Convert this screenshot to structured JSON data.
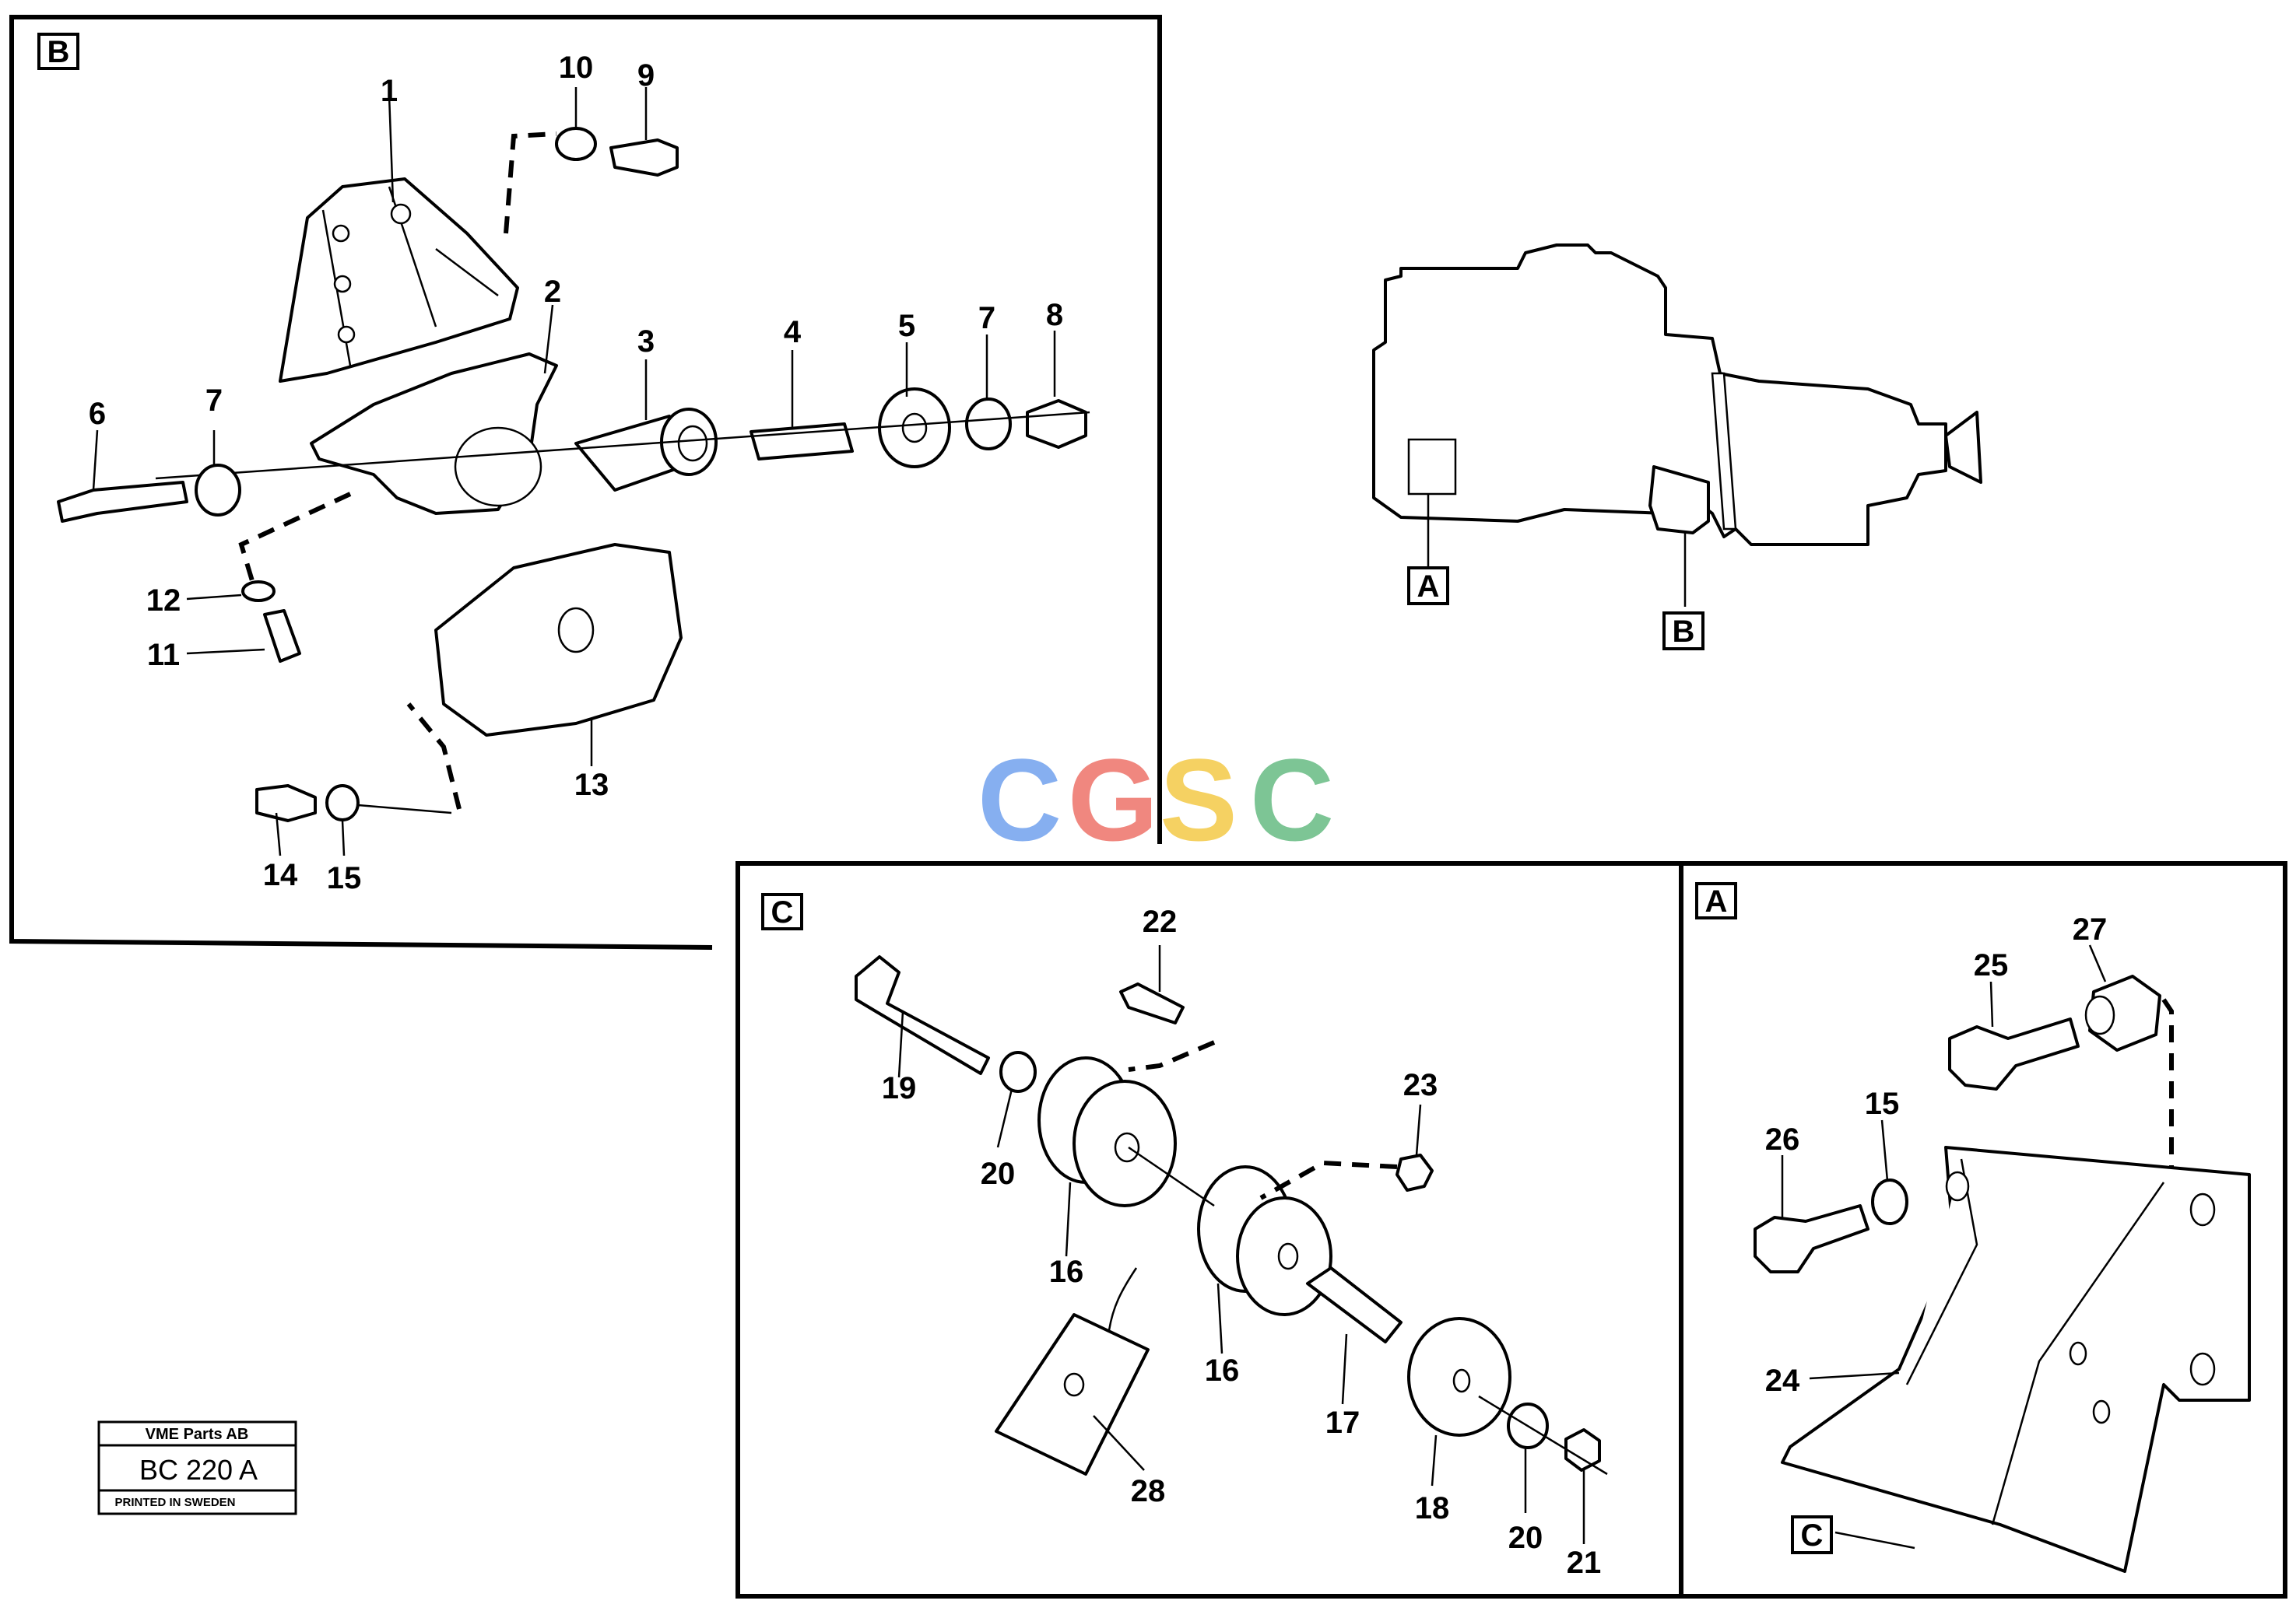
{
  "panels": {
    "B": {
      "label": "B"
    },
    "C": {
      "label": "C"
    },
    "A": {
      "label": "A"
    }
  },
  "overview": {
    "label_a": "A",
    "label_b": "B"
  },
  "callouts": {
    "p1": "1",
    "p2": "2",
    "p3": "3",
    "p4": "4",
    "p5": "5",
    "p6": "6",
    "p7a": "7",
    "p7b": "7",
    "p8": "8",
    "p9": "9",
    "p10": "10",
    "p11": "11",
    "p12": "12",
    "p13": "13",
    "p14": "14",
    "p15a": "15",
    "p15b": "15",
    "p16a": "16",
    "p16b": "16",
    "p17": "17",
    "p18": "18",
    "p19": "19",
    "p20a": "20",
    "p20b": "20",
    "p21": "21",
    "p22": "22",
    "p23": "23",
    "p24": "24",
    "p25": "25",
    "p26": "26",
    "p27": "27",
    "p28": "28",
    "ref_c": "C"
  },
  "watermark": {
    "letters": [
      "C",
      "G",
      "S",
      "C"
    ],
    "colors": [
      "#7aa7ef",
      "#ef7b72",
      "#f4cd52",
      "#6fbf8a"
    ]
  },
  "stamp": {
    "company": "VME Parts AB",
    "code": "BC 220 A",
    "printed": "PRINTED IN SWEDEN"
  }
}
